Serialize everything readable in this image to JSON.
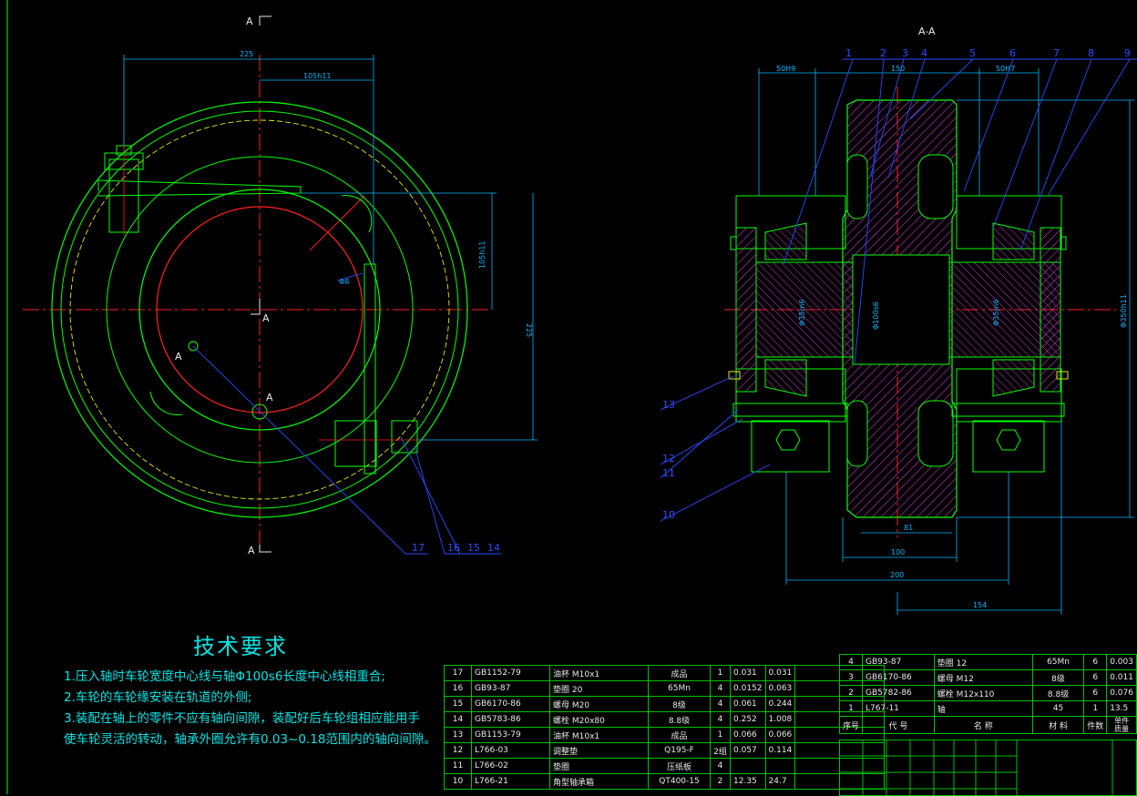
{
  "colors": {
    "background": "#000000",
    "outline": "#00ff00",
    "center_line": "#ff2020",
    "dimension": "#00b7ff",
    "hatch": "#cc33cc",
    "leader": "#2a4cff",
    "text": "#e8e8e8",
    "title": "#00e5e5",
    "yellow_dash": "#e8e800"
  },
  "section_marks": {
    "top_left": "A",
    "bottom_left": "A",
    "center": "A",
    "lower_a1": "A",
    "lower_a2": "A",
    "section_title": "A-A"
  },
  "left_view": {
    "dims": {
      "width_total": "225",
      "width_inner": "105h11",
      "height_inner": "105h11",
      "height_total": "225",
      "hole_dia": "Φ8"
    },
    "callouts": [
      "17",
      "16",
      "15",
      "14"
    ]
  },
  "right_view": {
    "top_callouts": [
      "1",
      "2",
      "3",
      "4",
      "5",
      "6",
      "7",
      "8",
      "9"
    ],
    "left_callouts": [
      "13",
      "12",
      "11",
      "10"
    ],
    "dims": {
      "left_fit": "50H9",
      "span_150": "150",
      "right_fit": "50H7",
      "shaft_left": "Φ35m6",
      "shaft_mid": "Φ100s6",
      "shaft_right": "Φ35m6",
      "outer_dia": "Φ350h11",
      "d81": "81",
      "d100": "100",
      "d200": "200",
      "d154": "154"
    }
  },
  "tech_requirements": {
    "title": "技术要求",
    "items": [
      "1.压入轴时车轮宽度中心线与轴Φ100s6长度中心线相重合;",
      "2.车轮的车轮缘安装在轨道的外侧;",
      "3.装配在轴上的零件不应有轴向间隙，装配好后车轮组相应能用手",
      "使车轮灵活的转动，轴承外圈允许有0.03~0.18范围内的轴向间隙。"
    ]
  },
  "bom_left": [
    {
      "no": "17",
      "code": "GB1152-79",
      "name": "油杯  M10x1",
      "material": "成品",
      "qty": "1",
      "unit": "0.031",
      "total": "0.031"
    },
    {
      "no": "16",
      "code": "GB93-87",
      "name": "垫圈  20",
      "material": "65Mn",
      "qty": "4",
      "unit": "0.0152",
      "total": "0.063"
    },
    {
      "no": "15",
      "code": "GB6170-86",
      "name": "螺母  M20",
      "material": "8级",
      "qty": "4",
      "unit": "0.061",
      "total": "0.244"
    },
    {
      "no": "14",
      "code": "GB5783-86",
      "name": "螺栓  M20x80",
      "material": "8.8级",
      "qty": "4",
      "unit": "0.252",
      "total": "1.008"
    },
    {
      "no": "13",
      "code": "GB1153-79",
      "name": "油杯  M10x1",
      "material": "成品",
      "qty": "1",
      "unit": "0.066",
      "total": "0.066"
    },
    {
      "no": "12",
      "code": "L766-03",
      "name": "调整垫",
      "material": "Q195-F",
      "qty": "2组",
      "unit": "0.057",
      "total": "0.114"
    },
    {
      "no": "11",
      "code": "L766-02",
      "name": "垫圈",
      "material": "压纸板",
      "qty": "4",
      "unit": "",
      "total": ""
    },
    {
      "no": "10",
      "code": "L766-21",
      "name": "角型轴承箱",
      "material": "QT400-15",
      "qty": "2",
      "unit": "12.35",
      "total": "24.7"
    }
  ],
  "bom_right": [
    {
      "no": "4",
      "code": "GB93-87",
      "name": "垫圈  12",
      "material": "65Mn",
      "qty": "6",
      "weight": "0.003"
    },
    {
      "no": "3",
      "code": "GB6170-86",
      "name": "螺母  M12",
      "material": "8级",
      "qty": "6",
      "weight": "0.011"
    },
    {
      "no": "2",
      "code": "GB5782-86",
      "name": "螺栓  M12x110",
      "material": "8.8级",
      "qty": "6",
      "weight": "0.076"
    },
    {
      "no": "1",
      "code": "L767-11",
      "name": "轴",
      "material": "45",
      "qty": "1",
      "weight": "13.5"
    }
  ],
  "bom_header": {
    "no": "序号",
    "code": "代  号",
    "name": "名  称",
    "material": "材 料",
    "qty": "件数",
    "weight_top": "单件",
    "weight_bottom": "质量"
  }
}
